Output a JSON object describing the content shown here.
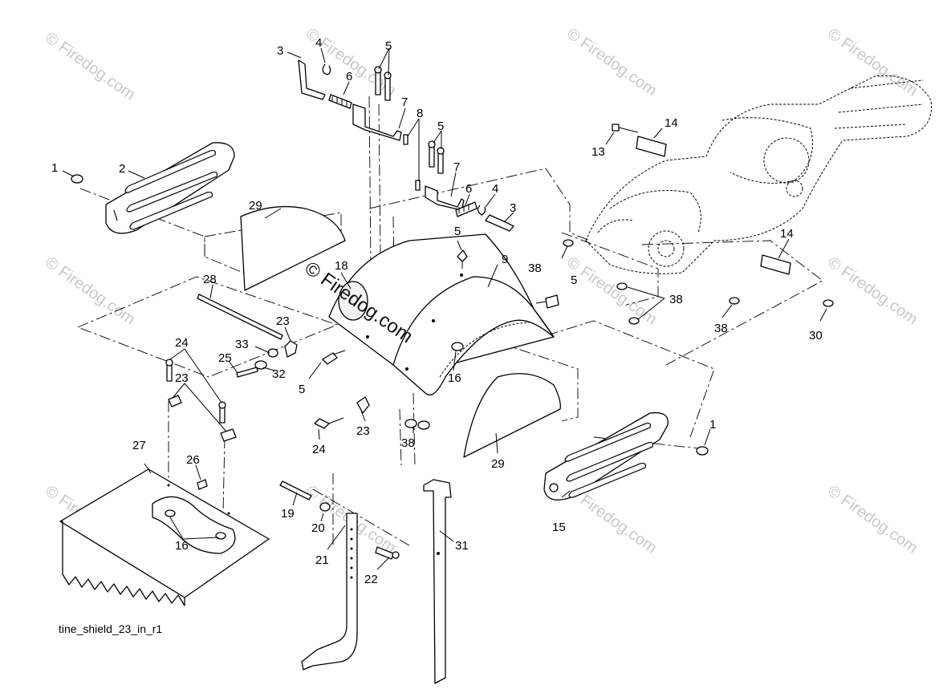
{
  "diagram": {
    "caption": "tine_shield_23_in_r1",
    "watermark": "© Firedog.com",
    "watermark_center": "© Firedog.com",
    "callouts": [
      {
        "id": "c1a",
        "text": "1"
      },
      {
        "id": "c1b",
        "text": "1"
      },
      {
        "id": "c2",
        "text": "2"
      },
      {
        "id": "c3a",
        "text": "3"
      },
      {
        "id": "c3b",
        "text": "3"
      },
      {
        "id": "c4a",
        "text": "4"
      },
      {
        "id": "c4b",
        "text": "4"
      },
      {
        "id": "c5a",
        "text": "5"
      },
      {
        "id": "c5b",
        "text": "5"
      },
      {
        "id": "c5c",
        "text": "5"
      },
      {
        "id": "c5d",
        "text": "5"
      },
      {
        "id": "c5e",
        "text": "5"
      },
      {
        "id": "c6a",
        "text": "6"
      },
      {
        "id": "c6b",
        "text": "6"
      },
      {
        "id": "c7a",
        "text": "7"
      },
      {
        "id": "c7b",
        "text": "7"
      },
      {
        "id": "c8",
        "text": "8"
      },
      {
        "id": "c9",
        "text": "9"
      },
      {
        "id": "c13",
        "text": "13"
      },
      {
        "id": "c14a",
        "text": "14"
      },
      {
        "id": "c14b",
        "text": "14"
      },
      {
        "id": "c15",
        "text": "15"
      },
      {
        "id": "c16a",
        "text": "16"
      },
      {
        "id": "c16b",
        "text": "16"
      },
      {
        "id": "c18",
        "text": "18"
      },
      {
        "id": "c19",
        "text": "19"
      },
      {
        "id": "c20",
        "text": "20"
      },
      {
        "id": "c21",
        "text": "21"
      },
      {
        "id": "c22",
        "text": "22"
      },
      {
        "id": "c23a",
        "text": "23"
      },
      {
        "id": "c23b",
        "text": "23"
      },
      {
        "id": "c23c",
        "text": "23"
      },
      {
        "id": "c24a",
        "text": "24"
      },
      {
        "id": "c24b",
        "text": "24"
      },
      {
        "id": "c25",
        "text": "25"
      },
      {
        "id": "c26",
        "text": "26"
      },
      {
        "id": "c27",
        "text": "27"
      },
      {
        "id": "c28",
        "text": "28"
      },
      {
        "id": "c29a",
        "text": "29"
      },
      {
        "id": "c29b",
        "text": "29"
      },
      {
        "id": "c30",
        "text": "30"
      },
      {
        "id": "c31",
        "text": "31"
      },
      {
        "id": "c32",
        "text": "32"
      },
      {
        "id": "c33",
        "text": "33"
      },
      {
        "id": "c38a",
        "text": "38"
      },
      {
        "id": "c38b",
        "text": "38"
      },
      {
        "id": "c38c",
        "text": "38"
      },
      {
        "id": "c38d",
        "text": "38"
      }
    ]
  }
}
